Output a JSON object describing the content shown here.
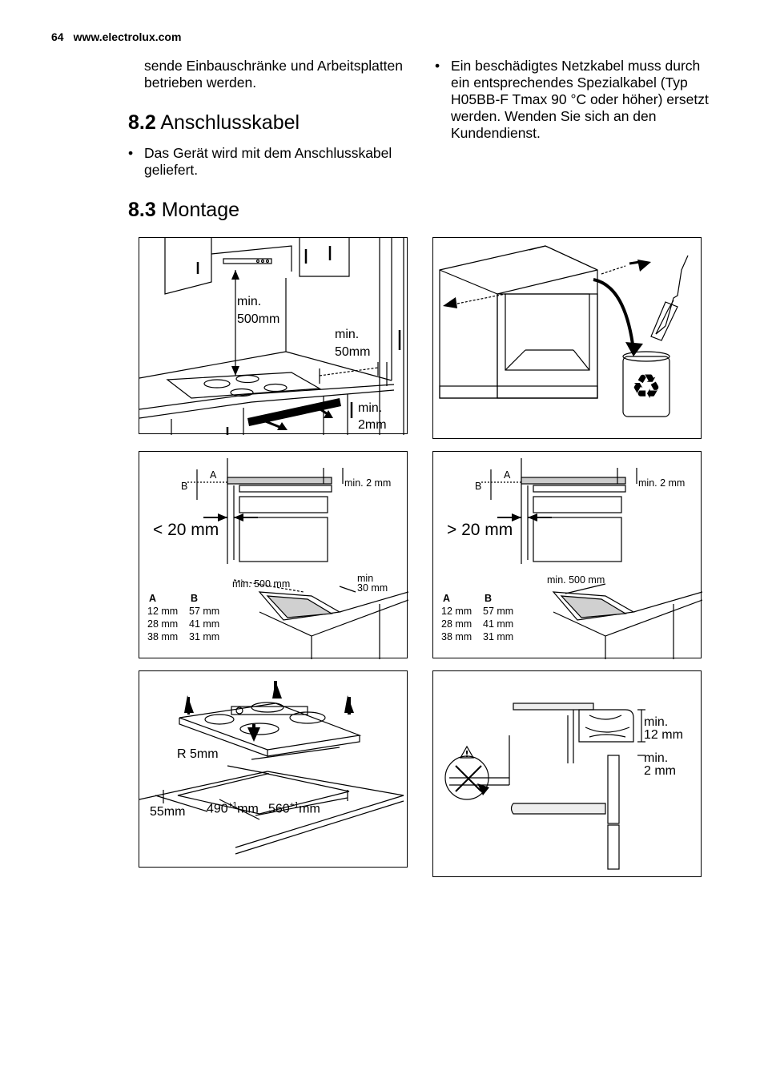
{
  "header": {
    "page_number": "64",
    "website": "www.electrolux.com"
  },
  "left_column": {
    "intro_text": "sende Einbauschränke und Arbeitsplatten betrieben werden.",
    "section_82": {
      "number": "8.2",
      "title": "Anschlusskabel"
    },
    "bullet_82": "Das Gerät wird mit dem Anschlusskabel geliefert."
  },
  "right_column": {
    "bullet_power_cord": "Ein beschädigtes Netzkabel muss durch ein entsprechendes Spezialkabel (Typ H05BB-F Tmax 90 °C oder höher) ersetzt werden. Wenden Sie sich an den Kundendienst."
  },
  "section_83": {
    "number": "8.3",
    "title": "Montage"
  },
  "figures": {
    "fig1": {
      "label_min500_a": "min.",
      "label_min500_b": "500mm",
      "label_min50_a": "min.",
      "label_min50_b": "50mm",
      "label_min2_a": "min.",
      "label_min2_b": "2mm"
    },
    "fig3": {
      "label_a": "A",
      "label_b": "B",
      "label_min2": "min. 2 mm",
      "label_gap": "< 20 mm",
      "label_min500": "min. 500 mm",
      "label_min30_a": "min",
      "label_min30_b": "30 mm",
      "table": {
        "headers": [
          "A",
          "B"
        ],
        "rows": [
          [
            "12 mm",
            "57 mm"
          ],
          [
            "28 mm",
            "41 mm"
          ],
          [
            "38 mm",
            "31 mm"
          ]
        ]
      }
    },
    "fig4": {
      "label_a": "A",
      "label_b": "B",
      "label_min2": "min. 2 mm",
      "label_gap": "> 20 mm",
      "label_min500": "min. 500 mm",
      "table": {
        "headers": [
          "A",
          "B"
        ],
        "rows": [
          [
            "12 mm",
            "57 mm"
          ],
          [
            "28 mm",
            "41 mm"
          ],
          [
            "38 mm",
            "31 mm"
          ]
        ]
      }
    },
    "fig5": {
      "label_r5": "R 5mm",
      "label_55": "55mm",
      "label_490": "490",
      "label_560": "560",
      "sup": "+1",
      "unit": "mm"
    },
    "fig6": {
      "label_min12_a": "min.",
      "label_min12_b": "12 mm",
      "label_min2_a": "min.",
      "label_min2_b": "2 mm"
    }
  }
}
